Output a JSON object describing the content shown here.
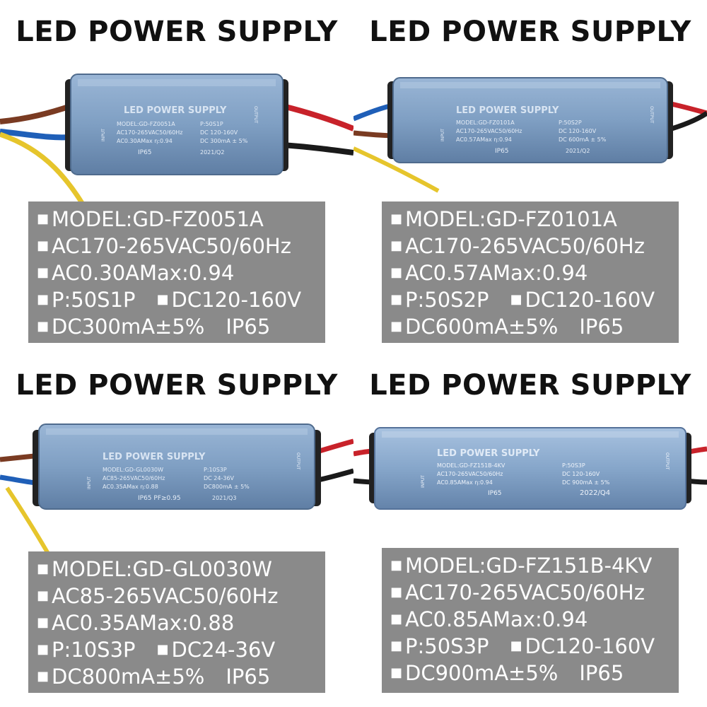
{
  "panels": [
    {
      "title": "LED POWER SUPPLY",
      "label": {
        "brand": "LED POWER SUPPLY",
        "model": "MODEL:GD-FZ0051A",
        "input": "AC170-265VAC50/60Hz",
        "current": "AC0.30AMax η:0.94",
        "config": "P:50S1P",
        "output_voltage": "DC 120-160V",
        "output_current": "DC 300mA ± 5%",
        "rating": "IP65",
        "date": "2021/Q2",
        "input_side": "INPUT",
        "output_side": "OUTPUT"
      },
      "specs": {
        "model": "MODEL:GD-FZ0051A",
        "input": "AC170-265VAC50/60Hz",
        "current": "AC0.30AMax:0.94",
        "config": "P:50S1P",
        "voltage": "DC120-160V",
        "output": "DC300mA±5%",
        "rating": "IP65"
      }
    },
    {
      "title": "LED POWER SUPPLY",
      "label": {
        "brand": "LED POWER SUPPLY",
        "model": "MODEL:GD-FZ0101A",
        "input": "AC170-265VAC50/60Hz",
        "current": "AC0.57AMax η:0.94",
        "config": "P:50S2P",
        "output_voltage": "DC 120-160V",
        "output_current": "DC 600mA ± 5%",
        "rating": "IP65",
        "date": "2021/Q2",
        "input_side": "INPUT",
        "output_side": "OUTPUT"
      },
      "specs": {
        "model": "MODEL:GD-FZ0101A",
        "input": "AC170-265VAC50/60Hz",
        "current": "AC0.57AMax:0.94",
        "config": "P:50S2P",
        "voltage": "DC120-160V",
        "output": "DC600mA±5%",
        "rating": "IP65"
      }
    },
    {
      "title": "LED POWER SUPPLY",
      "label": {
        "brand": "LED POWER SUPPLY",
        "model": "MODEL:GD-GL0030W",
        "input": "AC85-265VAC50/60Hz",
        "current": "AC0.35AMax η:0.88",
        "config": "P:10S3P",
        "output_voltage": "DC 24-36V",
        "output_current": "DC800mA ± 5%",
        "rating": "IP65  PF≥0.95",
        "date": "2021/Q3",
        "input_side": "INPUT",
        "output_side": "OUTPUT"
      },
      "specs": {
        "model": "MODEL:GD-GL0030W",
        "input": "AC85-265VAC50/60Hz",
        "current": "AC0.35AMax:0.88",
        "config": "P:10S3P",
        "voltage": "DC24-36V",
        "output": "DC800mA±5%",
        "rating": "IP65"
      }
    },
    {
      "title": "LED POWER SUPPLY",
      "label": {
        "brand": "LED POWER SUPPLY",
        "model": "MODEL:GD-FZ151B-4KV",
        "input": "AC170-265VAC50/60Hz",
        "current": "AC0.85AMax η:0.94",
        "config": "P:50S3P",
        "output_voltage": "DC 120-160V",
        "output_current": "DC 900mA ± 5%",
        "rating": "IP65",
        "date": "2022/Q4",
        "input_side": "INPUT",
        "output_side": "OUTPUT"
      },
      "specs": {
        "model": "MODEL:GD-FZ151B-4KV",
        "input": "AC170-265VAC50/60Hz",
        "current": "AC0.85AMax:0.94",
        "config": "P:50S3P",
        "voltage": "DC120-160V",
        "output": "DC900mA±5%",
        "rating": "IP65"
      }
    }
  ],
  "colors": {
    "housing": "#7f9fc3",
    "housing_dark": "#5b7799",
    "panel_gray": "#8a8a8a",
    "wire_red": "#c8222a",
    "wire_black": "#1a1a1a",
    "wire_blue": "#1f5fb8",
    "wire_brown": "#7a3b22",
    "wire_yellow": "#e6c52c"
  }
}
